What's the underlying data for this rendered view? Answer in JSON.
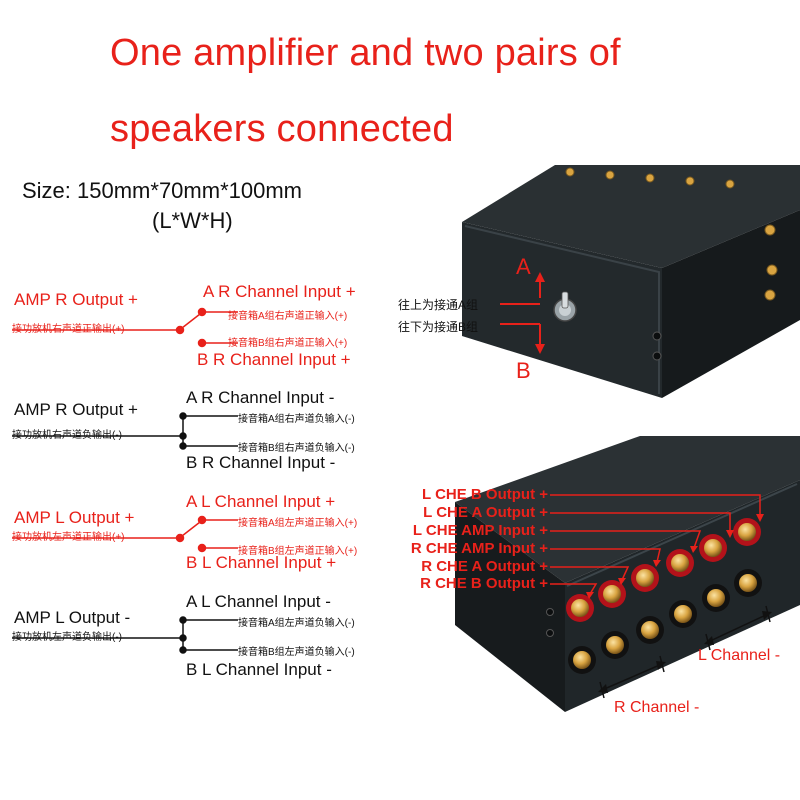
{
  "title": {
    "line1": "One amplifier and two pairs of",
    "line2": "speakers connected"
  },
  "size": {
    "line1": "Size: 150mm*70mm*100mm",
    "line2": "(L*W*H)"
  },
  "diagrams": [
    {
      "amp_label": "AMP R Output +",
      "amp_cn": "接功放机右声道正输出(+)",
      "a_label": "A R Channel Input +",
      "a_cn": "接音箱A组右声道正输入(+)",
      "b_label": "B R Channel Input +",
      "b_cn": "接音箱B组右声道正输入(+)",
      "type": "switch",
      "color": "#e8211a"
    },
    {
      "amp_label": "AMP R Output +",
      "amp_cn": "接功放机右声道负输出(-)",
      "a_label": "A R Channel Input -",
      "a_cn": "接音箱A组右声道负输入(-)",
      "b_label": "B R Channel Input -",
      "b_cn": "接音箱B组右声道负输入(-)",
      "type": "common",
      "color": "#111111"
    },
    {
      "amp_label": "AMP L Output +",
      "amp_cn": "接功放机左声道正输出(+)",
      "a_label": "A L Channel Input +",
      "a_cn": "接音箱A组左声道正输入(+)",
      "b_label": "B L Channel Input +",
      "b_cn": "接音箱B组左声道正输入(+)",
      "type": "switch",
      "color": "#e8211a"
    },
    {
      "amp_label": "AMP L Output -",
      "amp_cn": "接功放机左声道负输出(-)",
      "a_label": "A L Channel Input -",
      "a_cn": "接音箱A组左声道负输入(-)",
      "b_label": "B L Channel Input -",
      "b_cn": "接音箱B组左声道负输入(-)",
      "type": "common",
      "color": "#111111"
    }
  ],
  "front_box": {
    "letter_a": "A",
    "letter_b": "B",
    "up_cn": "往上为接通A组",
    "down_cn": "往下为接通B组"
  },
  "rear_box": {
    "terminal_labels": [
      "L CHE B Output +",
      "L CHE A Output +",
      "L CHE AMP Input +",
      "R CHE AMP Input +",
      "R CHE A Output +",
      "R CHE B Output +"
    ],
    "l_channel": "L Channel -",
    "r_channel": "R Channel -"
  },
  "colors": {
    "accent": "#e8211a",
    "box_dark": "#1e2326",
    "gold": "#d9a441"
  }
}
